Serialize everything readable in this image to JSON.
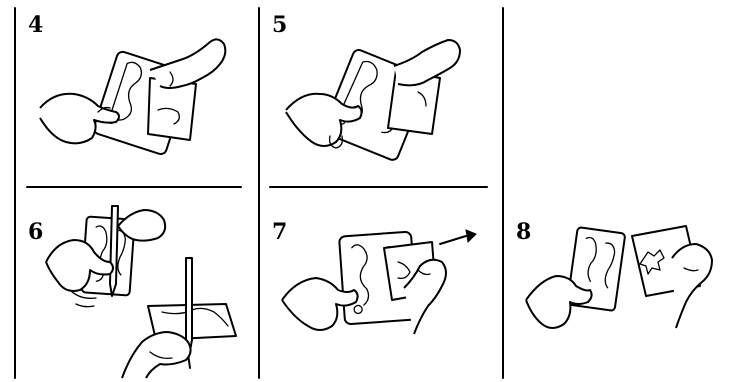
{
  "steps": [
    {
      "id": "4",
      "label": "4"
    },
    {
      "id": "5",
      "label": "5"
    },
    {
      "id": "6",
      "label": "6"
    },
    {
      "id": "7",
      "label": "7"
    },
    {
      "id": "8",
      "label": "8"
    }
  ],
  "colors": {
    "ink": "#000000",
    "background": "#ffffff"
  },
  "icons": [
    "hand-icon",
    "stencil-card-icon",
    "pencil-icon",
    "arrow-icon",
    "drawing-paper-icon"
  ]
}
